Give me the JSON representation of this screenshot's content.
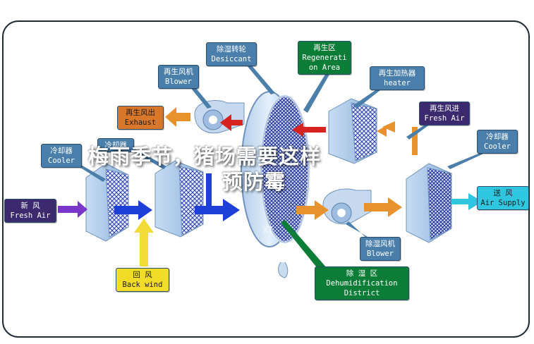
{
  "colors": {
    "label_blue": "#4a7eab",
    "label_navy": "#3b2a6e",
    "label_orange": "#d9772b",
    "label_yellow": "#f1dc27",
    "label_green": "#0c7d36",
    "label_cyan": "#2ec7df",
    "arrow_blue": "#1f3fd9",
    "arrow_red": "#d7231f",
    "arrow_orange": "#e8922d",
    "arrow_yellow": "#f2dc3a",
    "arrow_purple": "#7a36c9",
    "arrow_cyan": "#2ec7df"
  },
  "labels": {
    "desiccant": {
      "zh": "除湿转轮",
      "en": "Desiccant"
    },
    "regen_area": {
      "zh": "再生区",
      "en1": "Regenerati",
      "en2": "on Area"
    },
    "regen_blower": {
      "zh": "再生风机",
      "en": "Blower"
    },
    "regen_heater": {
      "zh": "再生加热器",
      "en": "heater"
    },
    "exhaust": {
      "zh": "再生风出",
      "en": "Exhaust"
    },
    "fresh_air_regen": {
      "zh": "再生风进",
      "en": "Fresh Air"
    },
    "cooler_left": {
      "zh": "冷却器",
      "en": "Cooler"
    },
    "cooler_mid": {
      "zh": "冷却器"
    },
    "cooler_right": {
      "zh": "冷却器",
      "en": "Cooler"
    },
    "fresh_air_in": {
      "zh": "新    风",
      "en": "Fresh Air"
    },
    "supply": {
      "zh": "送  风",
      "en": "Air Supply"
    },
    "back_wind": {
      "zh": "回    风",
      "en": "Back wind"
    },
    "dehum_blower": {
      "zh": "除湿风机",
      "en": "Blower"
    },
    "dehum_district": {
      "zh": "除    湿    区",
      "en1": "Dehumidification",
      "en2": "District"
    }
  },
  "overlay": {
    "line1": "梅雨季节，猪场需要这样",
    "line2": "预防霉"
  },
  "watermark": "XT"
}
